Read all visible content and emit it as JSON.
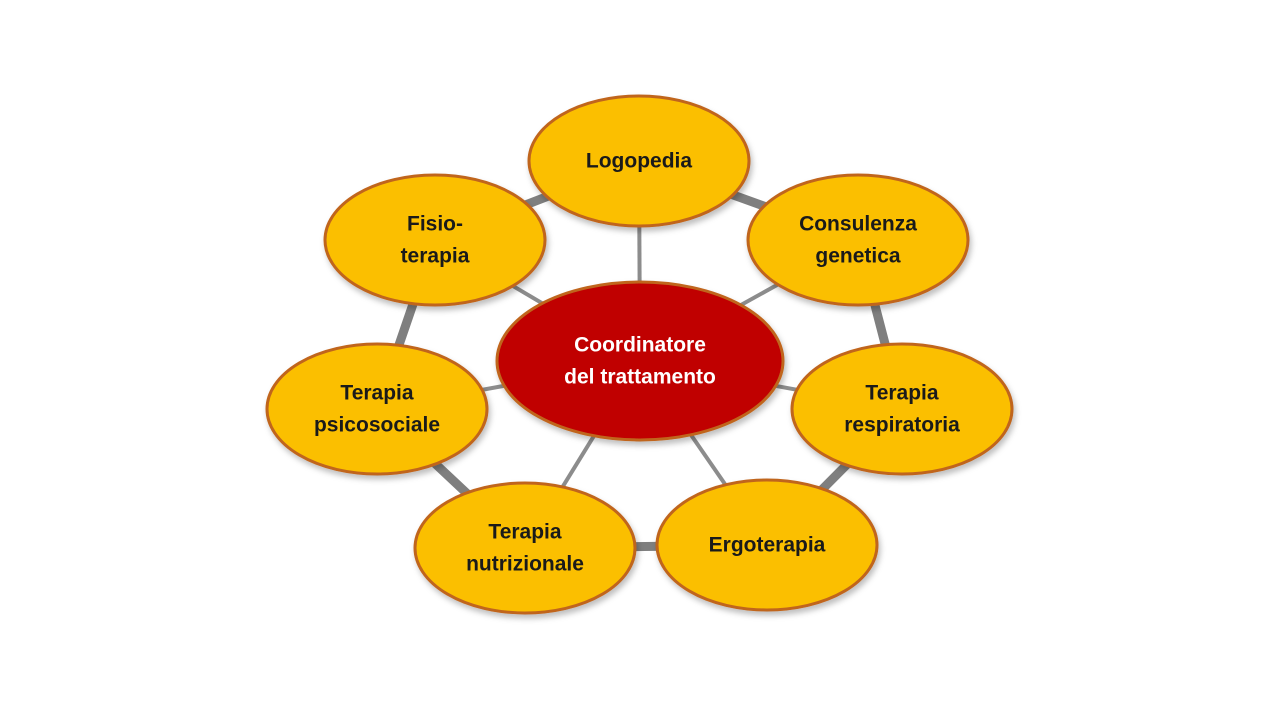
{
  "colors": {
    "node_fill": "#fbbf00",
    "node_stroke": "#c0651d",
    "center_fill": "#c00000",
    "center_stroke": "#c0651d",
    "node_text": "#1a1a1a",
    "center_text": "#ffffff",
    "ring": "#7f7f7f",
    "spoke": "#8c8c8c"
  },
  "center": {
    "lines": [
      "Coordinatore",
      "del trattamento"
    ]
  },
  "nodes": [
    {
      "id": "logopedia",
      "lines": [
        "Logopedia"
      ]
    },
    {
      "id": "consulenza-genetica",
      "lines": [
        "Consulenza",
        "genetica"
      ]
    },
    {
      "id": "terapia-respiratoria",
      "lines": [
        "Terapia",
        "respiratoria"
      ]
    },
    {
      "id": "ergoterapia",
      "lines": [
        "Ergoterapia"
      ]
    },
    {
      "id": "terapia-nutrizionale",
      "lines": [
        "Terapia",
        "nutrizionale"
      ]
    },
    {
      "id": "terapia-psicosociale",
      "lines": [
        "Terapia",
        "psicosociale"
      ]
    },
    {
      "id": "fisioterapia",
      "lines": [
        "Fisio-",
        "terapia"
      ]
    }
  ]
}
